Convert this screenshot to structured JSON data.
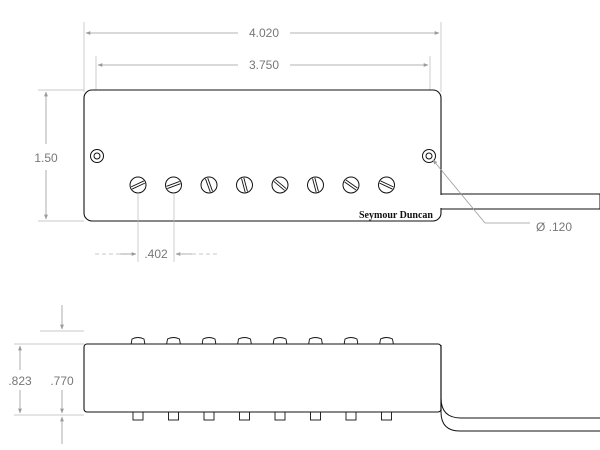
{
  "dimensions": {
    "overall_length": "4.020",
    "mount_spacing": "3.750",
    "height": "1.50",
    "pole_spacing": ".402",
    "mount_hole": "Ø .120",
    "side_total_height": ".823",
    "side_body_height": ".770"
  },
  "brand": "Seymour Duncan",
  "pole_count": 8
}
